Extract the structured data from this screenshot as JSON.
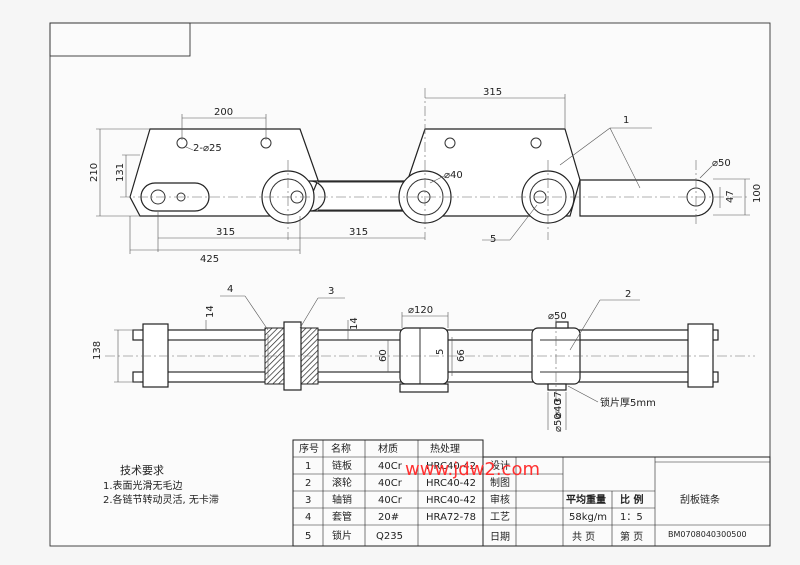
{
  "drawing": {
    "dims_top": {
      "d200": "200",
      "d315_top": "315",
      "holes": "2-⌀25",
      "d210": "210",
      "d131": "131",
      "d315_a": "315",
      "d315_b": "315",
      "d425": "425",
      "d40": "⌀40",
      "d50": "⌀50",
      "d47": "47",
      "d100": "100"
    },
    "dims_bottom": {
      "d138": "138",
      "d14_a": "14",
      "d14_b": "14",
      "d120": "⌀120",
      "d60": "60",
      "d5": "5",
      "d66": "66",
      "d50_top": "⌀50",
      "d37": "37",
      "d40": "⌀40",
      "d50": "⌀50",
      "lock_note": "锁片厚5mm"
    },
    "callouts": [
      "1",
      "2",
      "3",
      "4",
      "5"
    ]
  },
  "notes": {
    "title": "技术要求",
    "items": [
      "1.表面光滑无毛边",
      "2.各链节转动灵活, 无卡滞"
    ]
  },
  "parts_table": {
    "headers": [
      "序号",
      "名称",
      "材质",
      "热处理"
    ],
    "rows": [
      [
        "1",
        "链板",
        "40Cr",
        "HRC40-42"
      ],
      [
        "2",
        "滚轮",
        "40Cr",
        "HRC40-42"
      ],
      [
        "3",
        "轴销",
        "40Cr",
        "HRC40-42"
      ],
      [
        "4",
        "套管",
        "20#",
        "HRA72-78"
      ],
      [
        "5",
        "锁片",
        "Q235",
        ""
      ]
    ]
  },
  "title_block": {
    "roles": [
      "设计",
      "制图",
      "审核",
      "工艺",
      "日期"
    ],
    "avg_weight_label": "平均重量",
    "scale_label": "比 例",
    "avg_weight": "58kg/m",
    "scale": "1：5",
    "total_label": "共 页",
    "page_label": "第 页",
    "name": "刮板链条",
    "code": "BM0708040300500"
  },
  "watermark": "www.jdw2.com"
}
